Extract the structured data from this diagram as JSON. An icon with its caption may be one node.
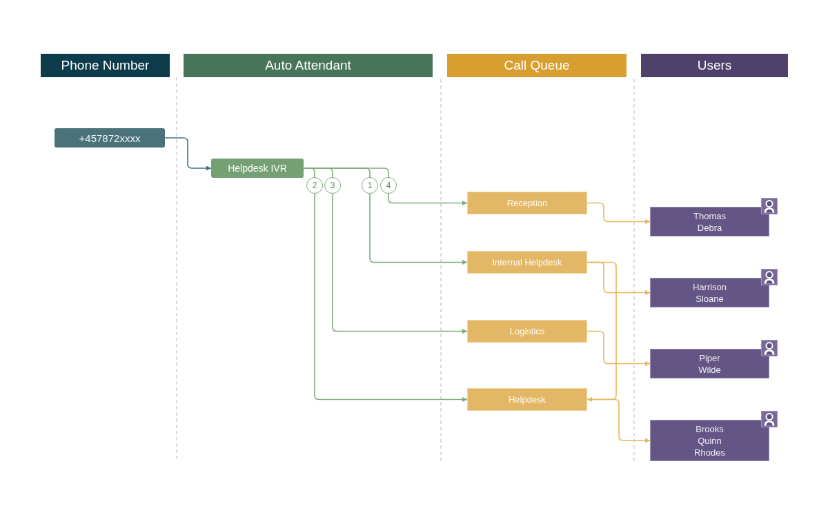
{
  "diagram": {
    "nodes": [
      {
        "text": [
          "Phone Number"
        ]
      },
      {
        "text": [
          "Auto Attendant"
        ]
      },
      {
        "text": [
          "Call Queue"
        ]
      },
      {
        "text": [
          "Users"
        ]
      },
      {
        "text": [
          "+457872xxxx"
        ]
      },
      {
        "text": [
          "Helpdesk IVR"
        ]
      },
      {
        "text": [
          "2"
        ]
      },
      {
        "text": [
          "3"
        ]
      },
      {
        "text": [
          "1"
        ]
      },
      {
        "text": [
          "4"
        ]
      },
      {
        "text": [
          "Reception"
        ]
      },
      {
        "text": [
          "Internal Helpdesk"
        ]
      },
      {
        "text": [
          "Logistics"
        ]
      },
      {
        "text": [
          "Helpdesk"
        ]
      },
      {
        "text": [
          "Thomas",
          "Debra"
        ]
      },
      {
        "text": [
          "Harrison",
          "Sloane"
        ]
      },
      {
        "text": [
          "Piper",
          "Wilde"
        ]
      },
      {
        "text": [
          "Brooks",
          "Quinn",
          "Rhodes"
        ]
      }
    ],
    "edges": [
      {
        "from": 4,
        "to": 5,
        "arrow": "to",
        "color": "#3e7383"
      },
      {
        "from": 5,
        "to": 6,
        "arrow": "none"
      },
      {
        "from": 5,
        "to": 7,
        "arrow": "none"
      },
      {
        "from": 5,
        "to": 8,
        "arrow": "none"
      },
      {
        "from": 5,
        "to": 9,
        "arrow": "none"
      },
      {
        "from": 9,
        "to": 10,
        "arrow": "to"
      },
      {
        "from": 8,
        "to": 11,
        "arrow": "to"
      },
      {
        "from": 7,
        "to": 12,
        "arrow": "to"
      },
      {
        "from": 6,
        "to": 13,
        "arrow": "to"
      },
      {
        "from": 10,
        "to": 14,
        "arrow": "to",
        "color": "#e6b75c"
      },
      {
        "from": 11,
        "to": 15,
        "arrow": "to",
        "color": "#e6b75c"
      },
      {
        "from": 11,
        "to": 13,
        "arrow": "to",
        "color": "#e6b75c"
      },
      {
        "from": 12,
        "to": 16,
        "arrow": "to",
        "color": "#e6b75c"
      },
      {
        "from": 13,
        "to": 17,
        "arrow": "to",
        "color": "#e6b75c"
      }
    ]
  }
}
